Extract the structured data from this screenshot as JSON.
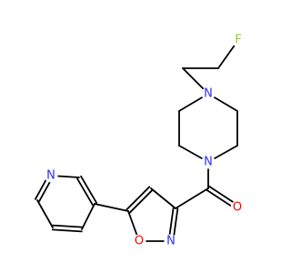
{
  "molecule": {
    "colors": {
      "bond": "#000000",
      "nitrogen": "#3030ee",
      "oxygen": "#ff0000",
      "fluorine": "#9acd32"
    },
    "atoms": {
      "f": "F",
      "n_piperazine_top": "N",
      "n_piperazine_bottom": "N",
      "o_carbonyl": "O",
      "n_isoxazole": "N",
      "o_isoxazole": "O",
      "n_pyridine": "N"
    }
  }
}
